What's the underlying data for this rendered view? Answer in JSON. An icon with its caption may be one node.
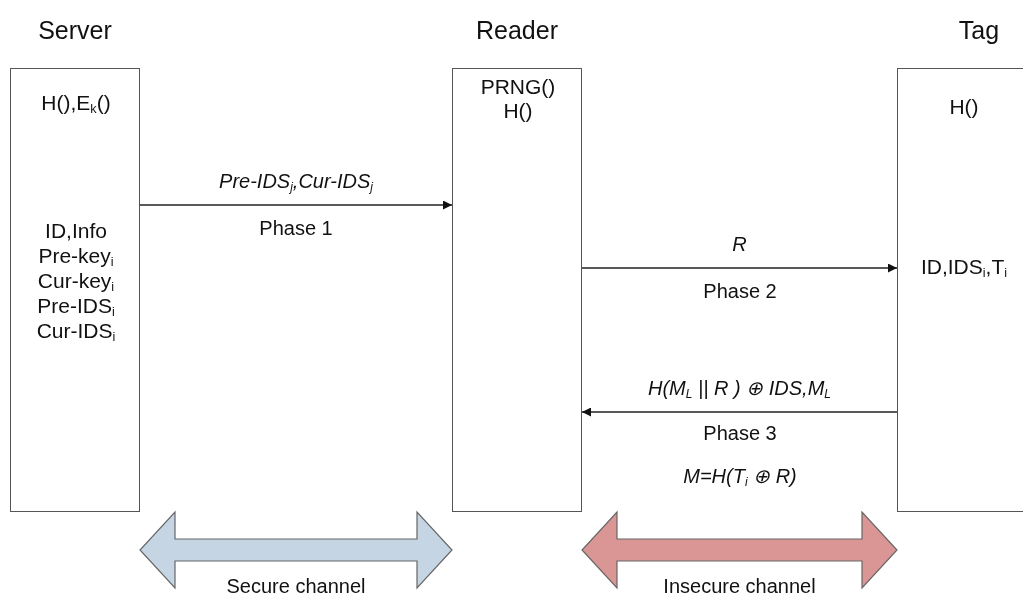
{
  "diagram": {
    "nodes": [
      {
        "text": [
          "Server",
          "H(),E$_{k}$()",
          "ID,Info",
          "Pre-key$_{i}$",
          "Cur-key$_{i}$",
          "Pre-IDS$_{i}$",
          "Cur-IDS$_{i}$"
        ]
      },
      {
        "text": [
          "Reader",
          "PRNG()",
          "H()"
        ]
      },
      {
        "text": [
          "Tag",
          "H()",
          "ID,IDS$_{i}$,T$_{i}$"
        ]
      }
    ],
    "edges": [
      {
        "from": 0,
        "to": 1,
        "arrow": "to",
        "label": "Pre-IDS$_{j}$,Cur-IDS$_{j}$"
      },
      {
        "from": 1,
        "to": 2,
        "arrow": "to",
        "label": "R"
      },
      {
        "from": 2,
        "to": 1,
        "arrow": "to",
        "label": "H(M$_{L}$ || R ) ⊕ IDS,M$_{L}$"
      },
      {
        "from": 0,
        "to": 1,
        "arrow": "both",
        "style": "thick",
        "color": "#c6d5e4",
        "label": "Secure channel"
      },
      {
        "from": 1,
        "to": 2,
        "arrow": "both",
        "style": "thick",
        "color": "#d99694",
        "label": "Insecure channel"
      }
    ],
    "labels": [
      "Phase 1",
      "Phase 2",
      "Phase 3",
      "M=H(T$_{i}$ ⊕ R)"
    ]
  }
}
